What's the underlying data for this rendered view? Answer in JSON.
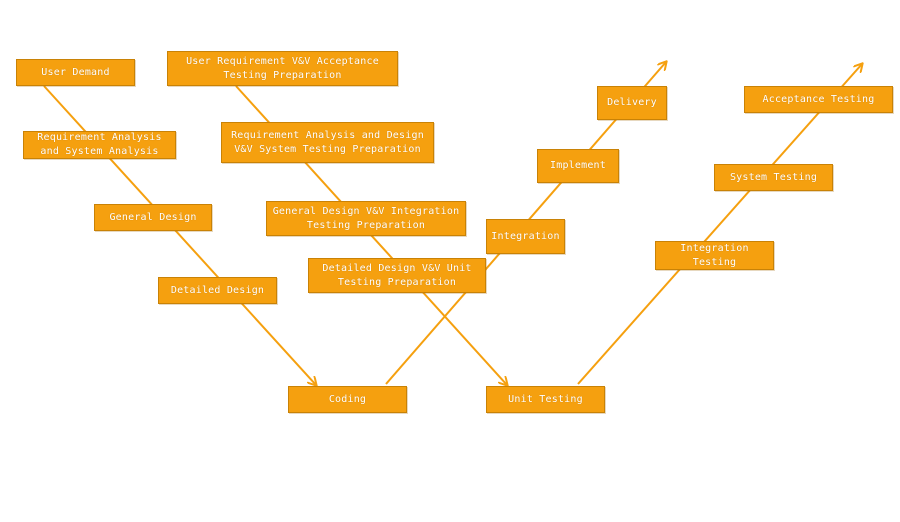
{
  "colors": {
    "box_fill": "#f5a00f",
    "box_border": "#c98206",
    "box_text": "#ffffff",
    "arrow": "#f5a00f"
  },
  "boxes": {
    "user_demand": "User Demand",
    "requirement_analysis": "Requirement Analysis\nand System Analysis",
    "general_design": "General Design",
    "detailed_design": "Detailed Design",
    "coding": "Coding",
    "user_req_vv": "User Requirement V&V Acceptance\nTesting Preparation",
    "req_design_vv": "Requirement Analysis and Design\nV&V System Testing Preparation",
    "general_design_vv": "General Design V&V Integration\nTesting Preparation",
    "detailed_design_vv": "Detailed Design V&V Unit\nTesting Preparation",
    "unit_testing": "Unit Testing",
    "integration": "Integration",
    "implement": "Implement",
    "delivery": "Delivery",
    "integration_testing": "Integration\nTesting",
    "system_testing": "System Testing",
    "acceptance_testing": "Acceptance Testing"
  }
}
